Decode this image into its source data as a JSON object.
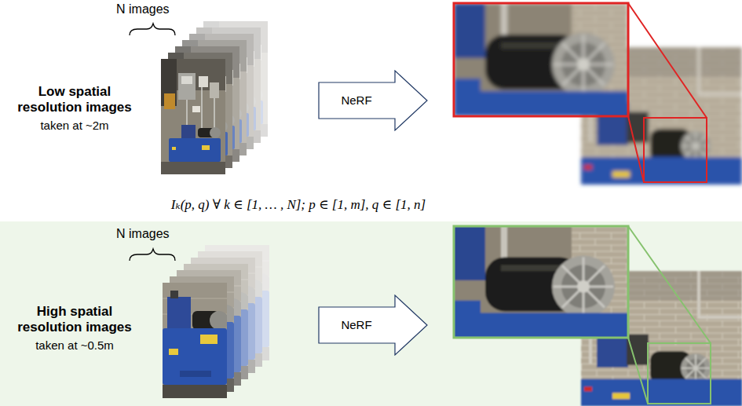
{
  "diagram": {
    "nodes": [
      {
        "text": [
          "NeRF"
        ]
      },
      {
        "text": [
          "High spatial resolution images",
          "taken at ~0.5m"
        ]
      },
      {
        "text": [
          "NeRF"
        ],
        "in": 1
      }
    ],
    "labels": [
      "N images",
      "Low spatial resolution images",
      "taken at ~2m",
      "Iₖ(p, q) ∀ k ∈ [1, … , N]; p ∈ [1, m], q ∈ [1, n]",
      "N images"
    ]
  }
}
